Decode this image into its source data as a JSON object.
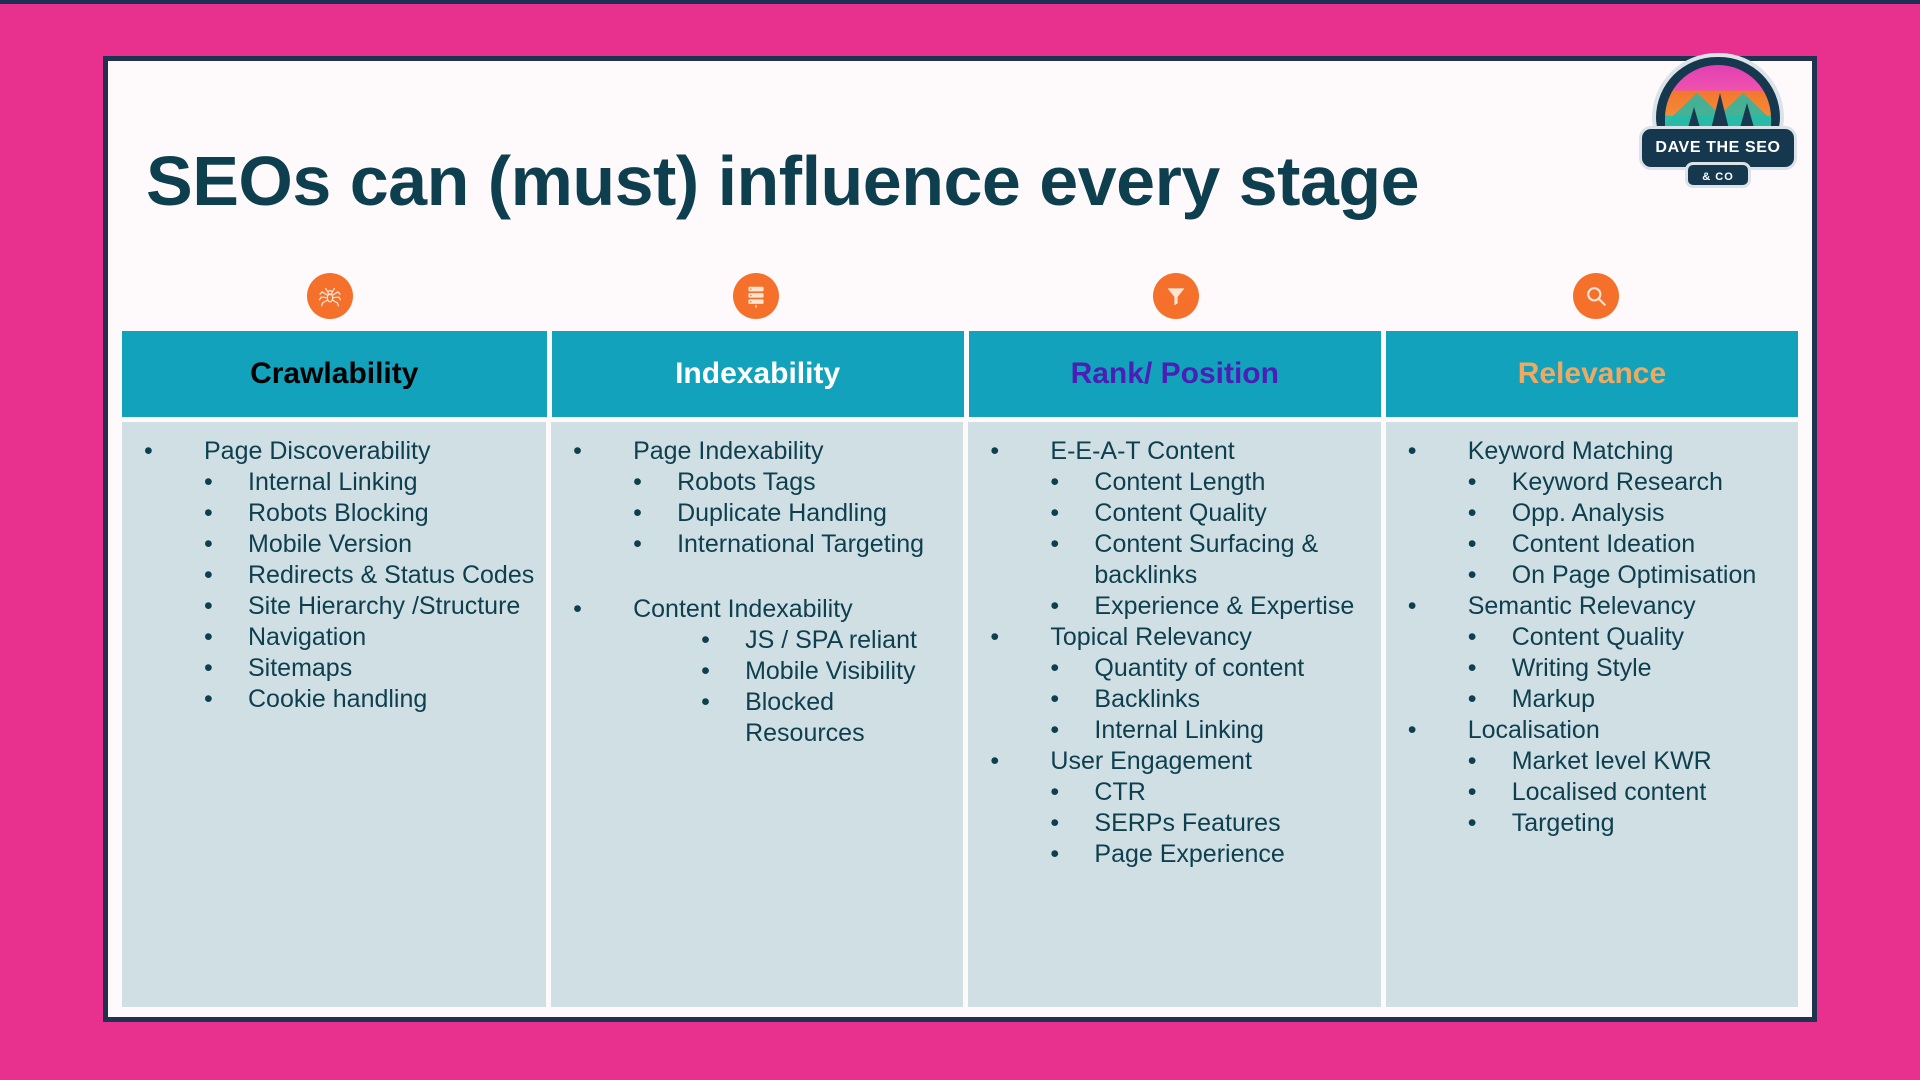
{
  "slide": {
    "title": "SEOs can (must) influence every stage",
    "background_color": "#E8308E",
    "frame_color": "#1F3250",
    "slide_background": "#FEF9FB",
    "title_color": "#0E3F4F",
    "header_color": "#12A2BC",
    "body_color": "#CFDFE4",
    "icon_color": "#F4702B"
  },
  "logo": {
    "name": "DAVE THE SEO",
    "sub": "& CO"
  },
  "icons": [
    {
      "name": "spider-icon"
    },
    {
      "name": "server-stack-icon"
    },
    {
      "name": "filter-funnel-icon"
    },
    {
      "name": "magnifier-icon"
    }
  ],
  "columns": [
    {
      "header": "Crawlability",
      "header_text_color": "#000000",
      "items": [
        {
          "label": "Page Discoverability",
          "children": [
            "Internal Linking",
            "Robots Blocking",
            "Mobile Version",
            "Redirects & Status Codes",
            "Site Hierarchy /Structure",
            "Navigation",
            "Sitemaps",
            "Cookie handling"
          ]
        }
      ]
    },
    {
      "header": "Indexability",
      "header_text_color": "#FFFFFF",
      "items": [
        {
          "label": "Page Indexability",
          "children": [
            "Robots Tags",
            "Duplicate Handling",
            "International Targeting"
          ]
        },
        {
          "label": "Content Indexability",
          "deep": true,
          "children": [
            "JS / SPA reliant",
            "Mobile Visibility",
            "Blocked Resources"
          ]
        }
      ]
    },
    {
      "header": "Rank/ Position",
      "header_text_color": "#4B1FB5",
      "items": [
        {
          "label": "E-E-A-T Content",
          "children": [
            "Content Length",
            "Content Quality",
            "Content Surfacing & backlinks",
            "Experience & Expertise"
          ]
        },
        {
          "label": "Topical Relevancy",
          "children": [
            "Quantity of content",
            "Backlinks",
            "Internal Linking"
          ]
        },
        {
          "label": "User Engagement",
          "children": [
            "CTR",
            "SERPs Features",
            "Page Experience"
          ]
        }
      ]
    },
    {
      "header": "Relevance",
      "header_text_color": "#F0A963",
      "items": [
        {
          "label": "Keyword Matching",
          "children": [
            "Keyword Research",
            "Opp. Analysis",
            "Content Ideation",
            "On Page Optimisation"
          ]
        },
        {
          "label": "Semantic Relevancy",
          "children": [
            "Content Quality",
            "Writing Style",
            "Markup"
          ]
        },
        {
          "label": "Localisation",
          "children": [
            "Market level KWR",
            "Localised content",
            "Targeting"
          ]
        }
      ]
    }
  ]
}
